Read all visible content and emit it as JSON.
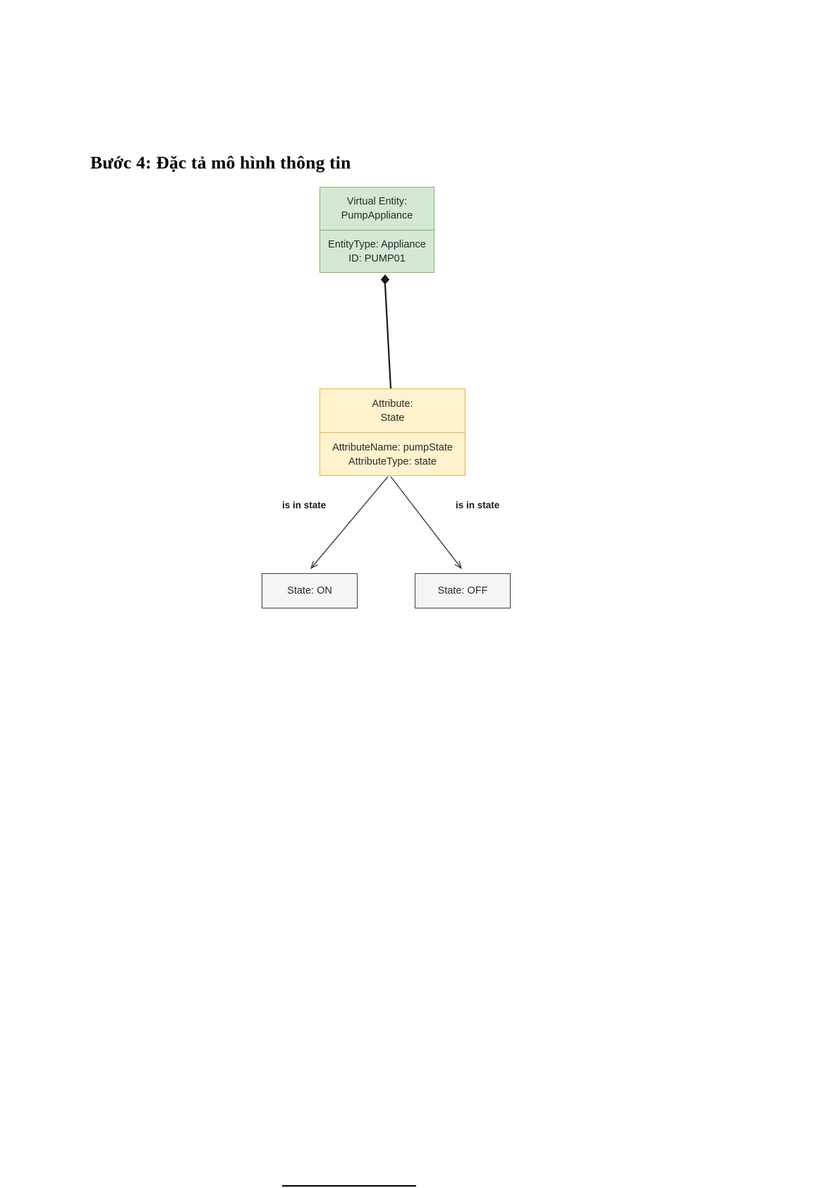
{
  "document": {
    "heading": "Bước 4: Đặc tả mô hình thông tin"
  },
  "diagram": {
    "type": "entity-attribute-state",
    "nodes": {
      "virtual_entity": {
        "title_line1": "Virtual Entity:",
        "title_line2": "PumpAppliance",
        "detail_line1": "EntityType: Appliance",
        "detail_line2": "ID: PUMP01",
        "fill_color": "#d5e8d4",
        "border_color": "#82b366"
      },
      "attribute": {
        "title_line1": "Attribute:",
        "title_line2": "State",
        "detail_line1": "AttributeName: pumpState",
        "detail_line2": "AttributeType: state",
        "fill_color": "#fff2cc",
        "border_color": "#d6b656"
      },
      "state_on": {
        "label": "State: ON",
        "fill_color": "#f5f5f5",
        "border_color": "#3d3d3d"
      },
      "state_off": {
        "label": "State: OFF",
        "fill_color": "#f5f5f5",
        "border_color": "#3d3d3d"
      }
    },
    "edges": {
      "composition_label": "",
      "left_label": "is in state",
      "right_label": "is in state"
    }
  }
}
